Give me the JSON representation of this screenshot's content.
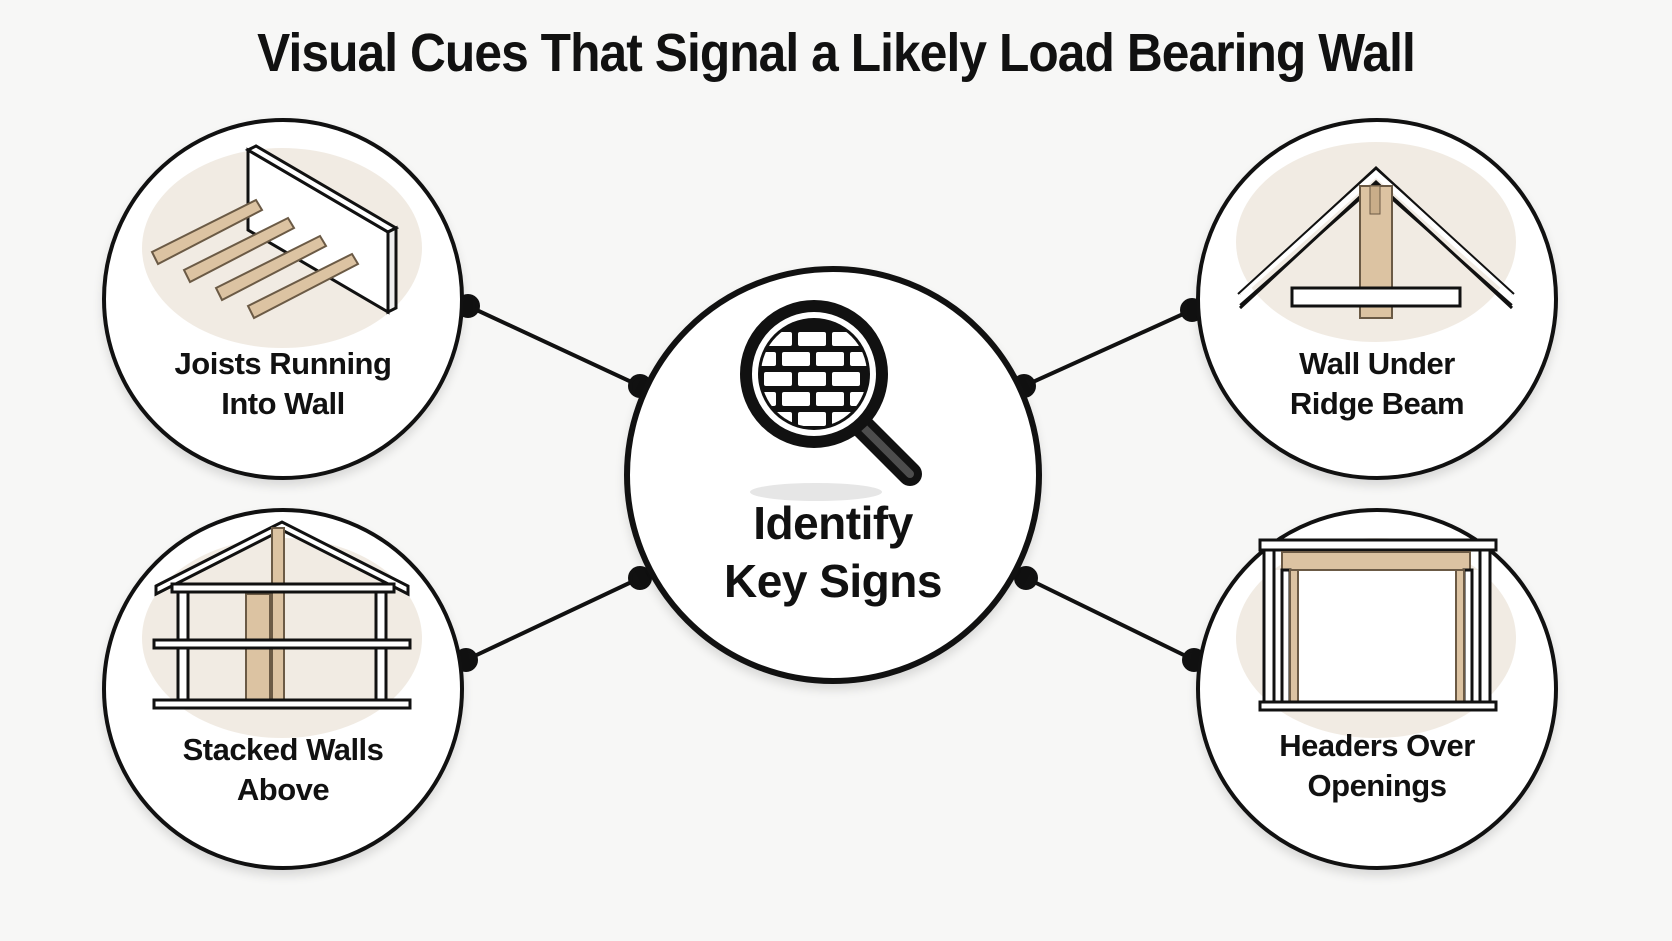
{
  "title": "Visual Cues That Signal a Likely Load Bearing Wall",
  "center": {
    "line1": "Identify",
    "line2": "Key Signs",
    "icon": "magnifier-brick-icon"
  },
  "cues": [
    {
      "line1": "Joists Running",
      "line2": "Into Wall",
      "icon": "joists-into-wall-icon"
    },
    {
      "line1": "Wall Under",
      "line2": "Ridge Beam",
      "icon": "ridge-beam-wall-icon"
    },
    {
      "line1": "Stacked Walls",
      "line2": "Above",
      "icon": "stacked-walls-icon"
    },
    {
      "line1": "Headers Over",
      "line2": "Openings",
      "icon": "header-opening-icon"
    }
  ],
  "colors": {
    "ink": "#111111",
    "wood": "#dcc3a2",
    "wood_edge": "#6b5a45",
    "halo": "#f1ebe3"
  }
}
